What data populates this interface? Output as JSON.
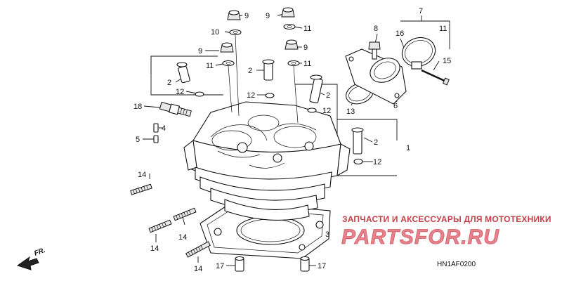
{
  "callouts": [
    {
      "id": "c1",
      "text": "1"
    },
    {
      "id": "c2a",
      "text": "2"
    },
    {
      "id": "c2b",
      "text": "2"
    },
    {
      "id": "c2c",
      "text": "2"
    },
    {
      "id": "c2d",
      "text": "2"
    },
    {
      "id": "c3",
      "text": "3"
    },
    {
      "id": "c4",
      "text": "4"
    },
    {
      "id": "c5",
      "text": "5"
    },
    {
      "id": "c6",
      "text": "6"
    },
    {
      "id": "c7",
      "text": "7"
    },
    {
      "id": "c8",
      "text": "8"
    },
    {
      "id": "c9a",
      "text": "9"
    },
    {
      "id": "c9b",
      "text": "9"
    },
    {
      "id": "c9c",
      "text": "9"
    },
    {
      "id": "c9d",
      "text": "9"
    },
    {
      "id": "c10",
      "text": "10"
    },
    {
      "id": "c11a",
      "text": "11"
    },
    {
      "id": "c11b",
      "text": "11"
    },
    {
      "id": "c11c",
      "text": "11"
    },
    {
      "id": "c11d",
      "text": "11"
    },
    {
      "id": "c12a",
      "text": "12"
    },
    {
      "id": "c12b",
      "text": "12"
    },
    {
      "id": "c12c",
      "text": "12"
    },
    {
      "id": "c12d",
      "text": "12"
    },
    {
      "id": "c13",
      "text": "13"
    },
    {
      "id": "c14a",
      "text": "14"
    },
    {
      "id": "c14b",
      "text": "14"
    },
    {
      "id": "c14c",
      "text": "14"
    },
    {
      "id": "c14d",
      "text": "14"
    },
    {
      "id": "c15",
      "text": "15"
    },
    {
      "id": "c16",
      "text": "16"
    },
    {
      "id": "c17a",
      "text": "17"
    },
    {
      "id": "c17b",
      "text": "17"
    },
    {
      "id": "c18",
      "text": "18"
    }
  ],
  "diagram_code": "HN1AF0200",
  "direction_label": "FR.",
  "watermark": {
    "tagline": "ЗАПЧАСТИ И АКСЕССУАРЫ ДЛЯ МОТОТЕХНИКИ",
    "logo": "PARTSFOR.RU"
  }
}
